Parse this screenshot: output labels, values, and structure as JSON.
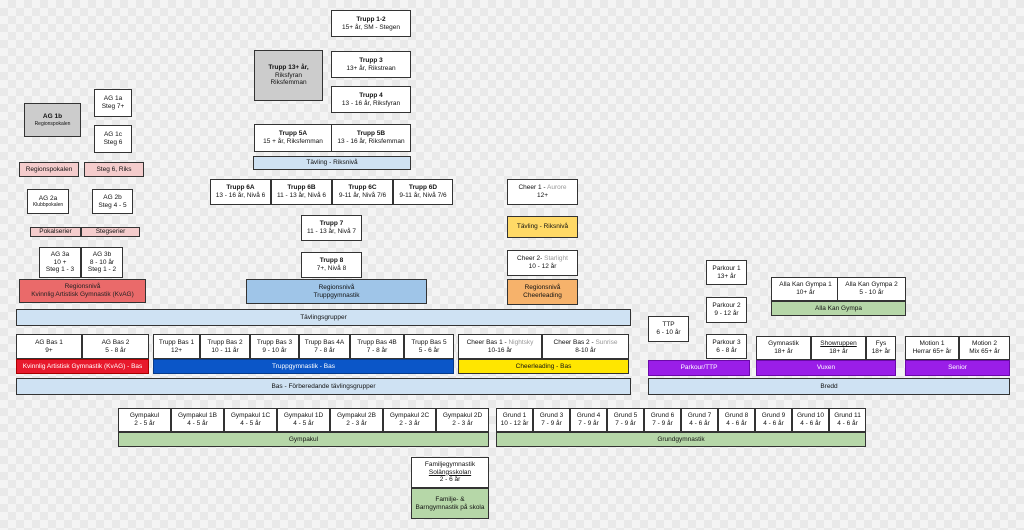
{
  "trupp": {
    "t12": {
      "title": "Trupp 1-2",
      "sub": "15+ år, SM - Stegen"
    },
    "t13": {
      "title": "Trupp 13+ år,",
      "sub1": "Riksfyran",
      "sub2": "Riksfemman"
    },
    "t3": {
      "title": "Trupp 3",
      "sub": "13+ år, Rikstrean"
    },
    "t4": {
      "title": "Trupp 4",
      "sub": "13 - 16 år, Riksfyran"
    },
    "t5a": {
      "title": "Trupp 5A",
      "sub": "15 + år, Riksfemman"
    },
    "t5b": {
      "title": "Trupp 5B",
      "sub": "13 - 16 år, Riksfemman"
    },
    "tavling": "Tävling - Riksnivå",
    "t6a": {
      "title": "Trupp 6A",
      "sub": "13 - 16 år, Nivå 6"
    },
    "t6b": {
      "title": "Trupp 6B",
      "sub": "11 - 13 år, Nivå 6"
    },
    "t6c": {
      "title": "Trupp 6C",
      "sub": "9-11 år, Nivå 7/6"
    },
    "t6d": {
      "title": "Trupp 6D",
      "sub": "9-11 år, Nivå 7/6"
    },
    "t7": {
      "title": "Trupp 7",
      "sub": "11 - 13 år, Nivå 7"
    },
    "t8": {
      "title": "Trupp 8",
      "sub": "7+, Nivå 8"
    },
    "region": {
      "l1": "Regionsnivå",
      "l2": "Truppgymnastik"
    }
  },
  "ag": {
    "ag1b": {
      "title": "AG 1b",
      "sub": "Regionspokalen"
    },
    "ag1a": {
      "l1": "AG 1a",
      "l2": "Steg 7+"
    },
    "ag1c": {
      "l1": "AG 1c",
      "l2": "Steg 6"
    },
    "regionspokalen": "Regionspokalen",
    "steg6": "Steg 6, Riks",
    "ag2a": {
      "l1": "AG 2a",
      "l2": "Klubbpokalen"
    },
    "ag2b": {
      "l1": "AG 2b",
      "l2": "Steg 4 - 5"
    },
    "pokalserier": "Pokalserier",
    "stegserier": "Stegserier",
    "ag3a": {
      "l1": "AG 3a",
      "l2": "10 +",
      "l3": "Steg 1 - 3"
    },
    "ag3b": {
      "l1": "AG 3b",
      "l2": "8 - 10 år",
      "l3": "Steg 1 - 2"
    },
    "region": {
      "l1": "Regionsnivå",
      "l2": "Kvinnlig Artistisk Gymnastik (KvAG)"
    }
  },
  "cheer": {
    "c1": {
      "l1": "Cheer 1 -",
      "l1b": "Aurore",
      "l2": "12+"
    },
    "tavling": "Tävling - Riksnivå",
    "c2": {
      "l1": "Cheer 2-",
      "l1b": "Starlight",
      "l2": "10 - 12 år"
    },
    "region": {
      "l1": "Regionsnivå",
      "l2": "Cheerleading"
    }
  },
  "parkour": {
    "p1": {
      "l1": "Parkour 1",
      "l2": "13+ år"
    },
    "p2": {
      "l1": "Parkour 2",
      "l2": "9 - 12 år"
    },
    "ttp": {
      "l1": "TTP",
      "l2": "6 - 10 år"
    },
    "p3": {
      "l1": "Parkour 3",
      "l2": "6 - 8 år"
    }
  },
  "allakan": {
    "g1": {
      "l1": "Alla Kan Gympa 1",
      "l2": "10+ år"
    },
    "g2": {
      "l1": "Alla Kan Gympa 2",
      "l2": "5 - 10 år"
    },
    "label": "Alla Kan Gympa"
  },
  "tavlingsgrupper": "Tävlingsgrupper",
  "bas": [
    {
      "l1": "AG Bas 1",
      "l2": "9+"
    },
    {
      "l1": "AG Bas 2",
      "l2": "5 - 8 år"
    },
    {
      "l1": "Trupp Bas 1",
      "l2": "12+"
    },
    {
      "l1": "Trupp Bas 2",
      "l2": "10 - 11 år"
    },
    {
      "l1": "Trupp Bas 3",
      "l2": "9 - 10 år"
    },
    {
      "l1": "Trupp Bas 4A",
      "l2": "7 - 8 år"
    },
    {
      "l1": "Trupp Bas 4B",
      "l2": "7 - 8 år"
    },
    {
      "l1": "Trupp Bas 5",
      "l2": "5 - 6 år"
    },
    {
      "l1": "Cheer Bas 1 -",
      "l1b": "Nightsky",
      "l2": "10-16 år"
    },
    {
      "l1": "Cheer Bas 2 -",
      "l1b": "Sunrise",
      "l2": "8-10 år"
    }
  ],
  "bas_labels": {
    "kvag": "Kvinnlig Artistisk Gymnastik (KvAG) - Bas",
    "trupp": "Truppgymnastik - Bas",
    "cheer": "Cheerleading - Bas",
    "bottom": "Bas - Förberedande tävlingsgrupper"
  },
  "bredd": {
    "gymnastik": {
      "l1": "Gymnastik",
      "l2": "18+ år"
    },
    "showruppen": {
      "l1": "Showruppen",
      "l2": "18+ år"
    },
    "fys": {
      "l1": "Fys",
      "l2": "18+ år"
    },
    "m1": {
      "l1": "Motion 1",
      "l2": "Herrar 65+ år"
    },
    "m2": {
      "l1": "Motion 2",
      "l2": "Mix 65+ år"
    },
    "parkour_ttp": "Parkour/TTP",
    "vuxen": "Vuxen",
    "senior": "Senior",
    "bredd": "Bredd"
  },
  "gympakul": [
    {
      "l1": "Gympakul",
      "l2": "2 - 5 år"
    },
    {
      "l1": "Gympakul 1B",
      "l2": "4 - 5 år"
    },
    {
      "l1": "Gympakul 1C",
      "l2": "4 - 5 år"
    },
    {
      "l1": "Gympakul 1D",
      "l2": "4 - 5 år"
    },
    {
      "l1": "Gympakul 2B",
      "l2": "2 - 3 år"
    },
    {
      "l1": "Gympakul 2C",
      "l2": "2 - 3 år"
    },
    {
      "l1": "Gympakul 2D",
      "l2": "2 - 3 år"
    }
  ],
  "gympakul_label": "Gympakul",
  "grund": [
    {
      "l1": "Grund 1",
      "l2": "10 - 12 år"
    },
    {
      "l1": "Grund 3",
      "l2": "7 - 9 år"
    },
    {
      "l1": "Grund 4",
      "l2": "7 - 9 år"
    },
    {
      "l1": "Grund 5",
      "l2": "7 - 9 år"
    },
    {
      "l1": "Grund 6",
      "l2": "7 - 9 år"
    },
    {
      "l1": "Grund 7",
      "l2": "4 - 6 år"
    },
    {
      "l1": "Grund 8",
      "l2": "4 - 6 år"
    },
    {
      "l1": "Grund 9",
      "l2": "4 - 6 år"
    },
    {
      "l1": "Grund 10",
      "l2": "4 - 6 år"
    },
    {
      "l1": "Grund 11",
      "l2": "4 - 6 år"
    }
  ],
  "grund_label": "Grundgymnastik",
  "familj": {
    "l1": "Familjegymnastik",
    "l2": "Solängsskolan",
    "l3": "2 - 6 år",
    "label": "Familje- & Barngymnastik på skola"
  }
}
